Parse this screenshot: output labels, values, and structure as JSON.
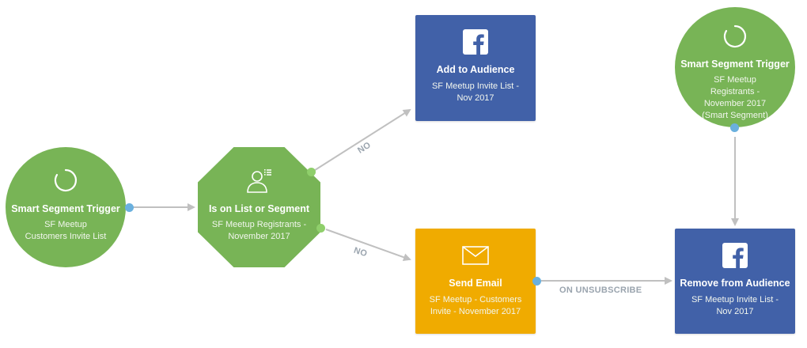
{
  "colors": {
    "trigger_green": "#78b456",
    "facebook_blue": "#4161a8",
    "email_orange": "#f0ab00",
    "port_blue": "#6ab0de",
    "port_green": "#8fcf6b",
    "connector_gray": "#c0c0c0"
  },
  "nodes": {
    "trigger1": {
      "icon": "spinner-circle-icon",
      "title": "Smart Segment Trigger",
      "subtitle": "SF Meetup Customers Invite List"
    },
    "condition": {
      "icon": "user-list-icon",
      "title": "Is on List or Segment",
      "subtitle": "SF Meetup Registrants - November 2017"
    },
    "add_audience": {
      "icon": "facebook-icon",
      "title": "Add to Audience",
      "subtitle": "SF Meetup Invite List - Nov 2017"
    },
    "send_email": {
      "icon": "envelope-icon",
      "title": "Send Email",
      "subtitle": "SF Meetup - Customers Invite - November 2017"
    },
    "trigger2": {
      "icon": "spinner-circle-icon",
      "title": "Smart Segment Trigger",
      "subtitle": "SF Meetup Registrants - November 2017 (Smart Segment)"
    },
    "remove_audience": {
      "icon": "facebook-icon",
      "title": "Remove from Audience",
      "subtitle": "SF Meetup Invite List - Nov 2017"
    }
  },
  "edges": {
    "no_upper": "NO",
    "no_lower": "NO",
    "on_unsubscribe": "ON UNSUBSCRIBE"
  }
}
